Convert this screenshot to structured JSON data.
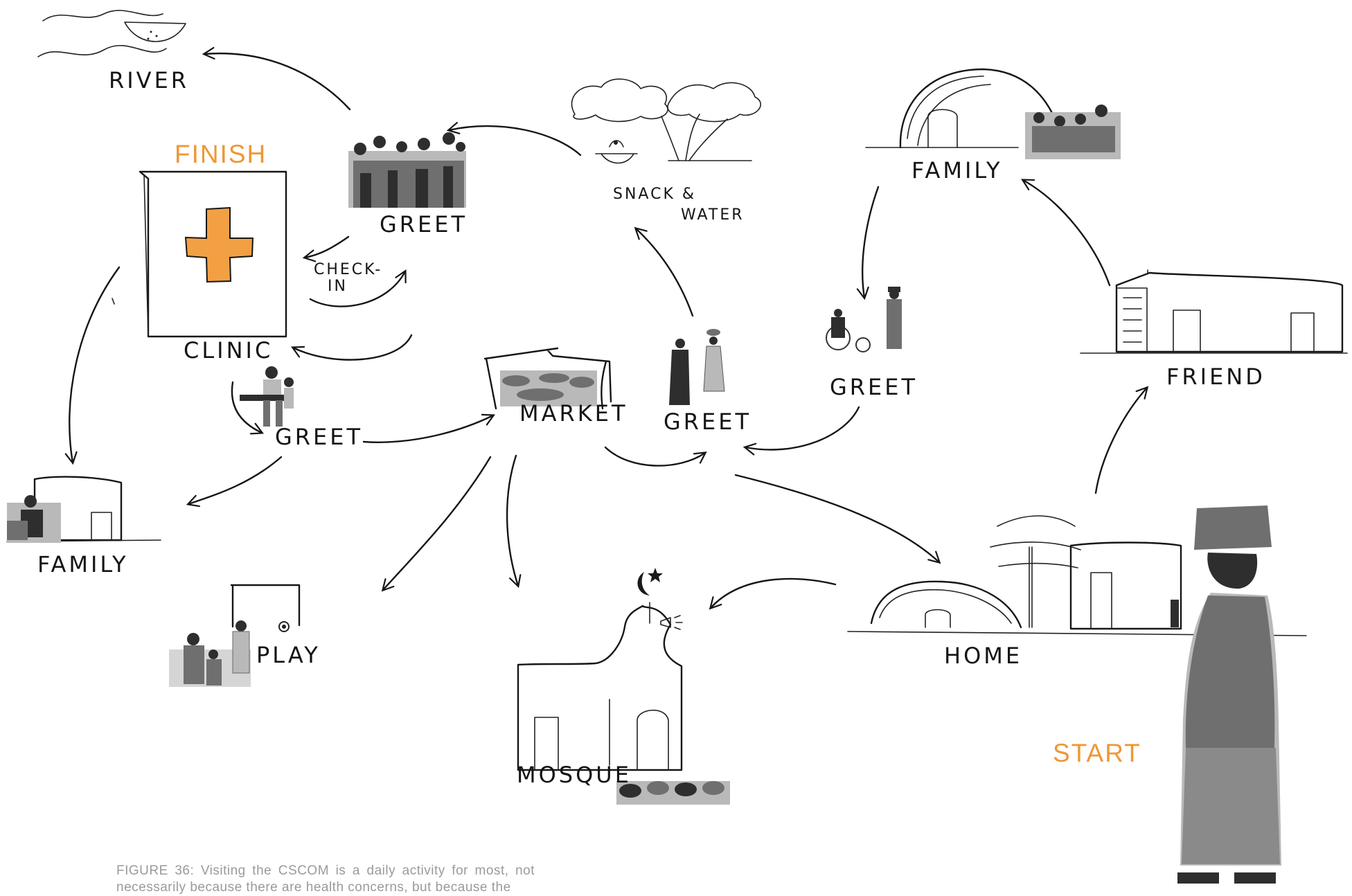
{
  "labels": {
    "finish": "FINISH",
    "start": "START",
    "river": "RIVER",
    "clinic": "CLINIC",
    "check_in_1": "CHECK-",
    "check_in_2": "IN",
    "greet_top": "GREET",
    "greet_left": "GREET",
    "greet_center": "GREET",
    "greet_right": "GREET",
    "snack_1": "SNACK &",
    "snack_2": "WATER",
    "family_top": "FAMILY",
    "family_left": "FAMILY",
    "friend": "FRIEND",
    "market": "MARKET",
    "play": "PLAY",
    "mosque": "MOSQUE",
    "home": "HOME"
  },
  "caption": "FIGURE 36: Visiting the CSCOM is a daily activity for most, not necessarily because there are health concerns, but because the",
  "colors": {
    "accent": "#ef9735",
    "ink": "#161616",
    "caption": "#9a9a9a"
  },
  "icons": [
    "clinic-cross-icon",
    "crescent-star-icon",
    "loudspeaker-icon"
  ]
}
